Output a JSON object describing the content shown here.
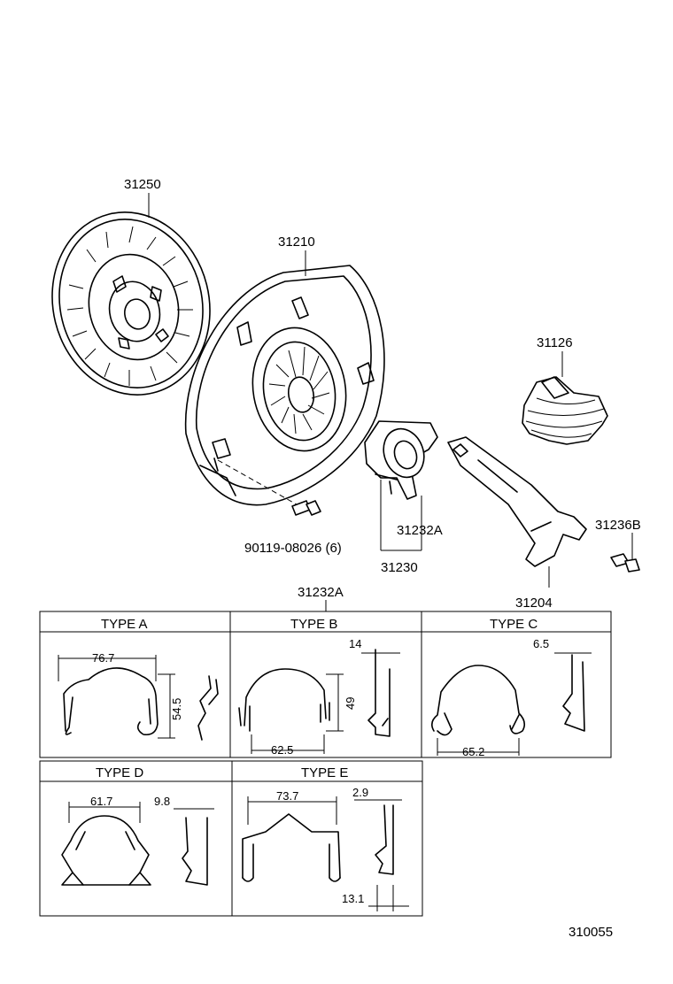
{
  "part_labels": {
    "clutch_disc": "31250",
    "clutch_cover": "31210",
    "boot": "31126",
    "hub_clip": "31232A",
    "bearing_assy": "31230",
    "bolt": "90119-08026 (6)",
    "fork_boot": "31236B",
    "release_fork": "31204",
    "clip_table_ref": "31232A"
  },
  "types": {
    "a": {
      "title": "TYPE A",
      "width": "76.7",
      "height": "54.5"
    },
    "b": {
      "title": "TYPE B",
      "width": "62.5",
      "height": "49",
      "thickness": "14"
    },
    "c": {
      "title": "TYPE C",
      "width": "65.2",
      "thickness": "6.5"
    },
    "d": {
      "title": "TYPE D",
      "width": "61.7",
      "thickness": "9.8"
    },
    "e": {
      "title": "TYPE E",
      "width": "73.7",
      "thickness": "2.9",
      "depth": "13.1"
    }
  },
  "diagram_code": "310055"
}
